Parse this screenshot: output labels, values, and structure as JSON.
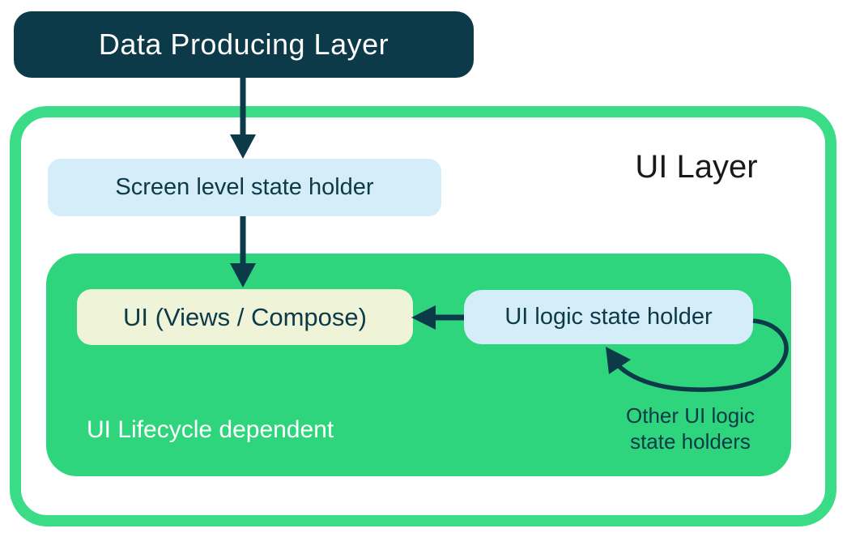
{
  "diagram": {
    "nodes": {
      "data_producing_layer": "Data Producing Layer",
      "ui_layer_title": "UI Layer",
      "screen_level_state_holder": "Screen level state holder",
      "ui_views_compose": "UI (Views / Compose)",
      "ui_logic_state_holder": "UI logic state holder",
      "lifecycle_label": "UI Lifecycle dependent",
      "other_holders_line1": "Other UI logic",
      "other_holders_line2": "state holders"
    },
    "edges": [
      {
        "from": "data_producing_layer",
        "to": "screen_level_state_holder",
        "style": "straight-down"
      },
      {
        "from": "screen_level_state_holder",
        "to": "ui_views_compose",
        "style": "straight-down"
      },
      {
        "from": "ui_logic_state_holder",
        "to": "ui_views_compose",
        "style": "straight-left"
      },
      {
        "from": "ui_logic_state_holder",
        "to": "ui_logic_state_holder",
        "style": "loop",
        "label": "Other UI logic state holders"
      }
    ],
    "colors": {
      "dark_navy": "#0c3a49",
      "green_border": "#3bdc87",
      "green_fill": "#2ed57d",
      "light_blue": "#d5edf9",
      "cream": "#eff4d8",
      "title_black": "#17191c",
      "white": "#ffffff"
    }
  }
}
